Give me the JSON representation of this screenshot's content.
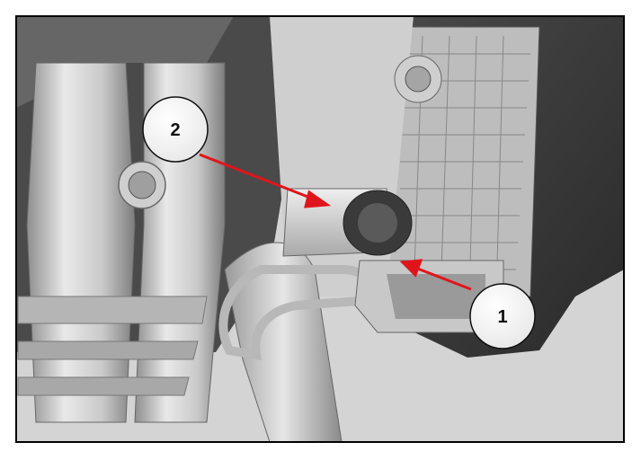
{
  "callouts": [
    {
      "label": "1",
      "name": "callout-1"
    },
    {
      "label": "2",
      "name": "callout-2"
    }
  ],
  "colors": {
    "border": "#000000",
    "arrow": "#e0151b",
    "callout_fill": "#f2f2f2",
    "engine_dark": "#3a3a3a",
    "metal_light": "#d9d9d9",
    "metal_mid": "#bdbdbd"
  }
}
